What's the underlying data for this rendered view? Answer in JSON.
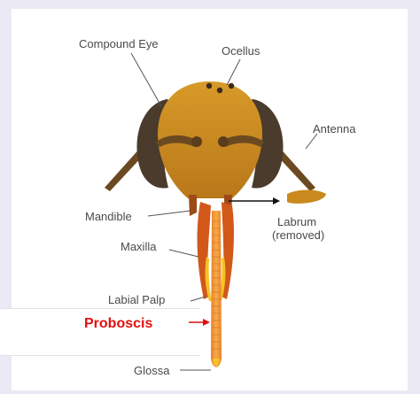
{
  "labels": {
    "compound_eye": "Compound Eye",
    "ocellus": "Ocellus",
    "antenna": "Antenna",
    "mandible": "Mandible",
    "labrum_line1": "Labrum",
    "labrum_line2": "(removed)",
    "maxilla": "Maxilla",
    "labial_palp": "Labial Palp",
    "proboscis": "Proboscis",
    "glossa": "Glossa"
  },
  "colors": {
    "head": "#c9891c",
    "eye": "#4a3b2d",
    "mandible": "#b9581a",
    "maxilla": "#d2581a",
    "glossa": "#f19a3a",
    "palp": "#f5c324",
    "highlight": "#e01010"
  }
}
